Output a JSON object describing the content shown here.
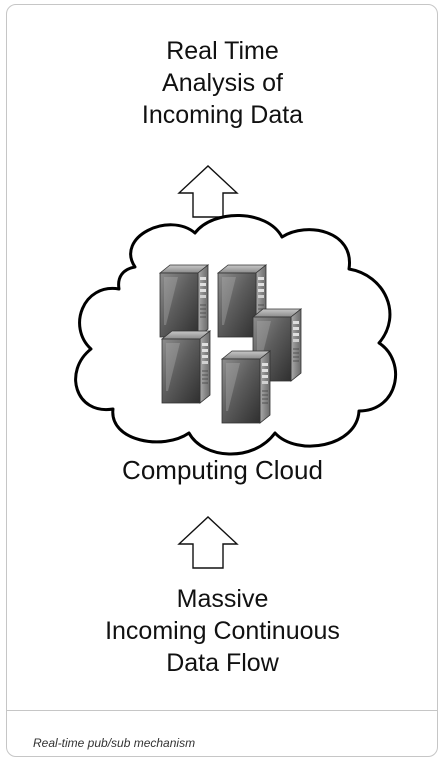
{
  "diagram": {
    "top_label": {
      "line1": "Real Time",
      "line2": "Analysis of",
      "line3": "Incoming Data"
    },
    "cloud_label": "Computing Cloud",
    "bottom_label": {
      "line1": "Massive",
      "line2": "Incoming Continuous",
      "line3": "Data Flow"
    }
  },
  "caption": "Real-time pub/sub mechanism",
  "colors": {
    "border": "#c6c6c6",
    "text": "#111111",
    "server_dark": "#3a3a3a",
    "server_light": "#9a9a9a"
  }
}
